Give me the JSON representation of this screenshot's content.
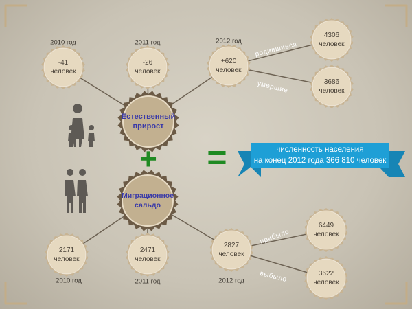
{
  "natural_growth": {
    "title_line1": "Естественный",
    "title_line2": "прирост",
    "years": [
      {
        "year": "2010 год",
        "value": "-41",
        "unit": "человек"
      },
      {
        "year": "2011 год",
        "value": "-26",
        "unit": "человек"
      },
      {
        "year": "2012 год",
        "value": "+620",
        "unit": "человек"
      }
    ],
    "born": {
      "label": "родившиеся",
      "value": "4306",
      "unit": "человек"
    },
    "died": {
      "label": "умершие",
      "value": "3686",
      "unit": "человек"
    }
  },
  "migration": {
    "title_line1": "Миграционное",
    "title_line2": "сальдо",
    "years": [
      {
        "year": "2010 год",
        "value": "2171",
        "unit": "человек"
      },
      {
        "year": "2011 год",
        "value": "2471",
        "unit": "человек"
      },
      {
        "year": "2012 год",
        "value": "2827",
        "unit": "человек"
      }
    ],
    "arrived": {
      "label": "прибыло",
      "value": "6449",
      "unit": "человек"
    },
    "departed": {
      "label": "выбыло",
      "value": "3622",
      "unit": "человек"
    }
  },
  "operators": {
    "plus": "+",
    "equals": "="
  },
  "result": {
    "line1": "численность населения",
    "line2": "на конец 2012 года  366 810 человек"
  },
  "colors": {
    "banner": "#1e9fd6",
    "operator": "#1f8a22",
    "title": "#3a3aa8",
    "circle": "#e6d9c0",
    "rim": "#c8b493",
    "big_rim": "#6b5a45"
  }
}
